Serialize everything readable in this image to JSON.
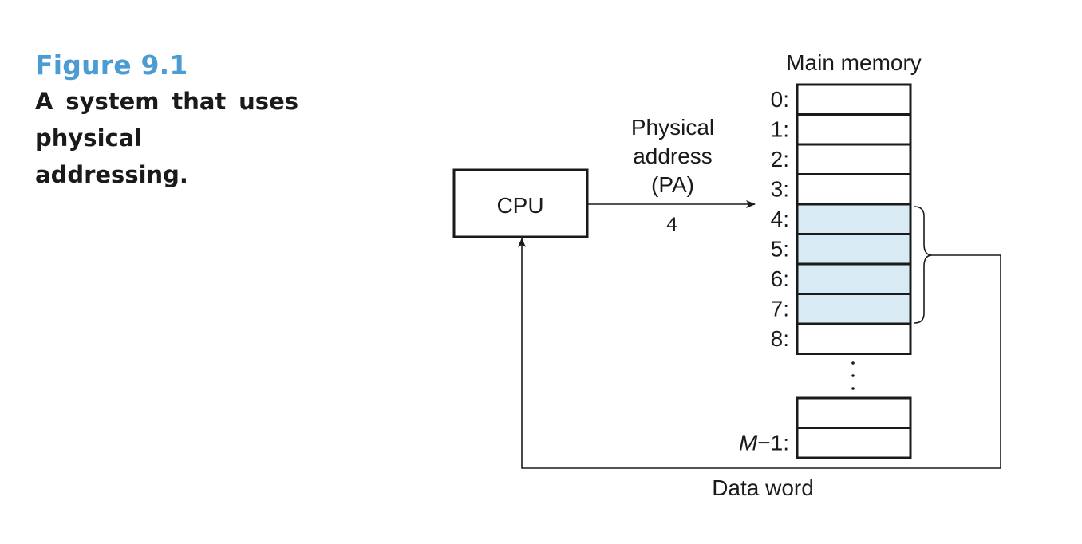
{
  "figure": {
    "number": "Figure 9.1",
    "caption": "A system that uses physical addressing."
  },
  "diagram": {
    "cpu_label": "CPU",
    "memory_title": "Main memory",
    "address_label_lines": [
      "Physical",
      "address",
      "(PA)"
    ],
    "address_value": "4",
    "data_label": "Data word",
    "ellipsis": "⋮",
    "memory_rows": [
      {
        "label": "0:",
        "highlighted": false
      },
      {
        "label": "1:",
        "highlighted": false
      },
      {
        "label": "2:",
        "highlighted": false
      },
      {
        "label": "3:",
        "highlighted": false
      },
      {
        "label": "4:",
        "highlighted": true
      },
      {
        "label": "5:",
        "highlighted": true
      },
      {
        "label": "6:",
        "highlighted": true
      },
      {
        "label": "7:",
        "highlighted": true
      },
      {
        "label": "8:",
        "highlighted": false
      }
    ],
    "bottom_rows": [
      {
        "label": "",
        "highlighted": false
      },
      {
        "label_italic": "M",
        "label_rest": "−1:",
        "highlighted": false
      }
    ]
  },
  "colors": {
    "figure_number": "#4b9cd3",
    "highlight_fill": "#d8ebf4",
    "stroke": "#1a1a1a"
  }
}
